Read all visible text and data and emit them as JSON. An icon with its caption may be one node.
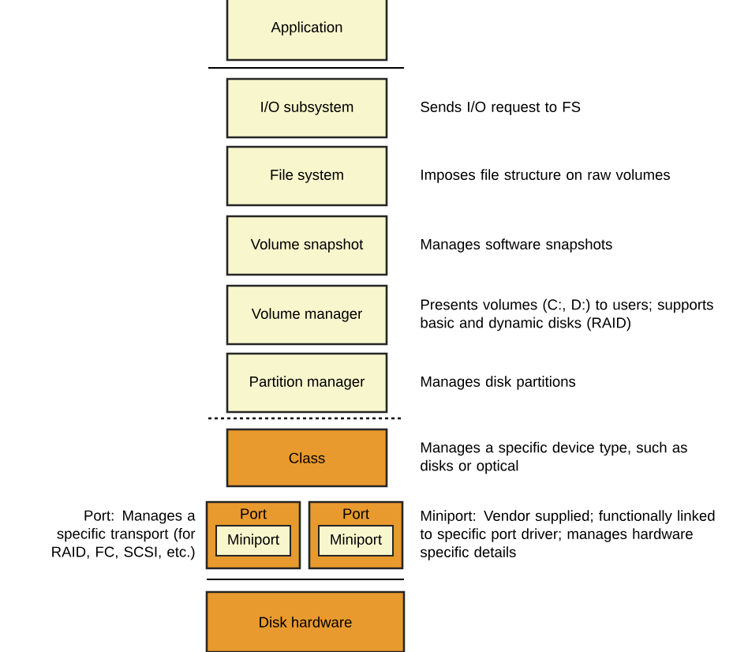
{
  "diagram": {
    "nodes": [
      {
        "text": [
          "Application"
        ]
      },
      {
        "text": [
          "I/O subsystem"
        ],
        "beside": [
          "Sends I/O request to FS"
        ]
      },
      {
        "text": [
          "File system"
        ],
        "beside": [
          "Imposes file structure on raw volumes"
        ]
      },
      {
        "text": [
          "Volume snapshot"
        ],
        "beside": [
          "Manages software snapshots"
        ]
      },
      {
        "text": [
          "Volume manager"
        ],
        "beside": [
          "Presents volumes (C:, D:) to users; supports basic and dynamic disks (RAID)"
        ]
      },
      {
        "text": [
          "Partition manager"
        ],
        "beside": [
          "Manages disk partitions"
        ]
      },
      {
        "text": [
          "Class"
        ],
        "beside": [
          "Manages a specific device type, such as disks or optical"
        ]
      },
      {
        "text": [
          "Port"
        ]
      },
      {
        "text": [
          "Miniport"
        ],
        "in": 7
      },
      {
        "text": [
          "Port"
        ]
      },
      {
        "text": [
          "Miniport"
        ],
        "in": 9
      },
      {
        "text": [
          "Disk hardware"
        ]
      }
    ],
    "labels": [
      "Port: Manages a specific transport (for RAID, FC, SCSI, etc.)",
      "Miniport: Vendor supplied; functionally linked to specific port driver; manages hardware specific details"
    ]
  }
}
